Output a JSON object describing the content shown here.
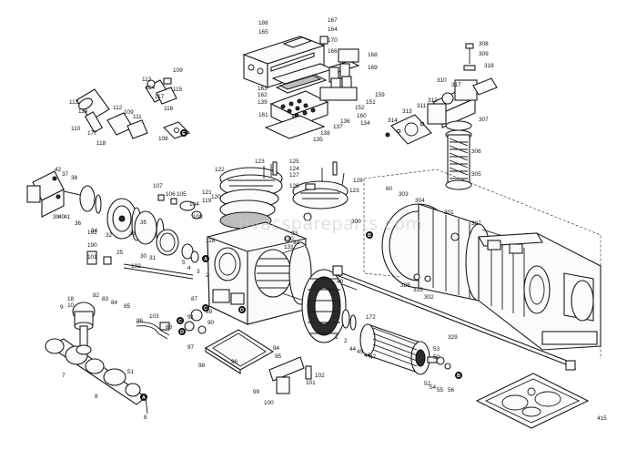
{
  "diagram": {
    "watermark": "hvacspareparts.com",
    "callout_letters": [
      "A",
      "B",
      "C",
      "D",
      "E"
    ]
  },
  "labels": [
    {
      "id": "l188",
      "text": "188"
    },
    {
      "id": "l165",
      "text": "165"
    },
    {
      "id": "l167",
      "text": "167"
    },
    {
      "id": "l164",
      "text": "164"
    },
    {
      "id": "l170",
      "text": "170"
    },
    {
      "id": "l166",
      "text": "166"
    },
    {
      "id": "l168",
      "text": "168"
    },
    {
      "id": "l169",
      "text": "169"
    },
    {
      "id": "l163",
      "text": "163"
    },
    {
      "id": "l162",
      "text": "162"
    },
    {
      "id": "l139",
      "text": "139"
    },
    {
      "id": "l159",
      "text": "159"
    },
    {
      "id": "l151",
      "text": "151"
    },
    {
      "id": "l152",
      "text": "152"
    },
    {
      "id": "l161",
      "text": "161"
    },
    {
      "id": "l160",
      "text": "160"
    },
    {
      "id": "l136",
      "text": "136"
    },
    {
      "id": "l137",
      "text": "137"
    },
    {
      "id": "l134",
      "text": "134"
    },
    {
      "id": "l138",
      "text": "138"
    },
    {
      "id": "l135",
      "text": "135"
    },
    {
      "id": "l308",
      "text": "308"
    },
    {
      "id": "l309",
      "text": "309"
    },
    {
      "id": "l318",
      "text": "318"
    },
    {
      "id": "l310",
      "text": "310"
    },
    {
      "id": "l317",
      "text": "317"
    },
    {
      "id": "l313",
      "text": "313"
    },
    {
      "id": "l311",
      "text": "311"
    },
    {
      "id": "l312",
      "text": "312"
    },
    {
      "id": "l314",
      "text": "314"
    },
    {
      "id": "l307",
      "text": "307"
    },
    {
      "id": "l306",
      "text": "306"
    },
    {
      "id": "l305",
      "text": "305"
    },
    {
      "id": "l109",
      "text": "109"
    },
    {
      "id": "l113",
      "text": "113"
    },
    {
      "id": "l114",
      "text": "114"
    },
    {
      "id": "l117",
      "text": "117"
    },
    {
      "id": "l115",
      "text": "115"
    },
    {
      "id": "l116",
      "text": "116"
    },
    {
      "id": "l112",
      "text": "112"
    },
    {
      "id": "l109b",
      "text": "109"
    },
    {
      "id": "l111",
      "text": "111"
    },
    {
      "id": "l110",
      "text": "110"
    },
    {
      "id": "l177",
      "text": "177"
    },
    {
      "id": "l118b",
      "text": "118"
    },
    {
      "id": "l113b",
      "text": "113"
    },
    {
      "id": "l114b",
      "text": "114"
    },
    {
      "id": "l108",
      "text": "108"
    },
    {
      "id": "l42",
      "text": "42"
    },
    {
      "id": "l37",
      "text": "37"
    },
    {
      "id": "l38",
      "text": "38"
    },
    {
      "id": "l39",
      "text": "39"
    },
    {
      "id": "l40",
      "text": "40"
    },
    {
      "id": "l41",
      "text": "41"
    },
    {
      "id": "l36",
      "text": "36"
    },
    {
      "id": "l34",
      "text": "34"
    },
    {
      "id": "l32",
      "text": "32"
    },
    {
      "id": "l35",
      "text": "35"
    },
    {
      "id": "l33",
      "text": "33"
    },
    {
      "id": "l30",
      "text": "30"
    },
    {
      "id": "l31",
      "text": "31"
    },
    {
      "id": "l25",
      "text": "25"
    },
    {
      "id": "l107",
      "text": "107"
    },
    {
      "id": "l106",
      "text": "106"
    },
    {
      "id": "l105",
      "text": "105"
    },
    {
      "id": "l104",
      "text": "104"
    },
    {
      "id": "l103",
      "text": "103"
    },
    {
      "id": "l122",
      "text": "122"
    },
    {
      "id": "l121",
      "text": "121"
    },
    {
      "id": "l119",
      "text": "119"
    },
    {
      "id": "l120",
      "text": "120"
    },
    {
      "id": "l123",
      "text": "123"
    },
    {
      "id": "l125",
      "text": "125"
    },
    {
      "id": "l124",
      "text": "124"
    },
    {
      "id": "l127",
      "text": "127"
    },
    {
      "id": "l128",
      "text": "128"
    },
    {
      "id": "l126",
      "text": "126"
    },
    {
      "id": "l123b",
      "text": "123"
    },
    {
      "id": "l60",
      "text": "60"
    },
    {
      "id": "l303",
      "text": "303"
    },
    {
      "id": "l304",
      "text": "304"
    },
    {
      "id": "l301",
      "text": "301"
    },
    {
      "id": "l327",
      "text": "327"
    },
    {
      "id": "l300",
      "text": "300"
    },
    {
      "id": "l328",
      "text": "328"
    },
    {
      "id": "l333",
      "text": "333"
    },
    {
      "id": "l302",
      "text": "302"
    },
    {
      "id": "l329",
      "text": "329"
    },
    {
      "id": "l191",
      "text": "191"
    },
    {
      "id": "l101",
      "text": "101"
    },
    {
      "id": "l190",
      "text": "190"
    },
    {
      "id": "l192",
      "text": "192"
    },
    {
      "id": "l82",
      "text": "82"
    },
    {
      "id": "l83",
      "text": "83"
    },
    {
      "id": "l84",
      "text": "84"
    },
    {
      "id": "l85",
      "text": "85"
    },
    {
      "id": "l118",
      "text": "118"
    },
    {
      "id": "l131",
      "text": "131"
    },
    {
      "id": "l130",
      "text": "130"
    },
    {
      "id": "l93",
      "text": "93"
    },
    {
      "id": "l92",
      "text": "92"
    },
    {
      "id": "l5",
      "text": "5"
    },
    {
      "id": "l3",
      "text": "3"
    },
    {
      "id": "l4",
      "text": "4"
    },
    {
      "id": "l2",
      "text": "2"
    },
    {
      "id": "l49",
      "text": "49"
    },
    {
      "id": "l87",
      "text": "87"
    },
    {
      "id": "l89",
      "text": "89"
    },
    {
      "id": "l90",
      "text": "90"
    },
    {
      "id": "l91",
      "text": "91"
    },
    {
      "id": "l18",
      "text": "18"
    },
    {
      "id": "l10",
      "text": "10"
    },
    {
      "id": "l9",
      "text": "9"
    },
    {
      "id": "l86",
      "text": "86"
    },
    {
      "id": "l103b",
      "text": "103"
    },
    {
      "id": "l88",
      "text": "88"
    },
    {
      "id": "l97",
      "text": "97"
    },
    {
      "id": "l96",
      "text": "96"
    },
    {
      "id": "l98",
      "text": "98"
    },
    {
      "id": "l94",
      "text": "94"
    },
    {
      "id": "l95",
      "text": "95"
    },
    {
      "id": "l172",
      "text": "172"
    },
    {
      "id": "l1",
      "text": "1"
    },
    {
      "id": "l2b",
      "text": "2"
    },
    {
      "id": "l44",
      "text": "44"
    },
    {
      "id": "l45",
      "text": "45"
    },
    {
      "id": "l46",
      "text": "46"
    },
    {
      "id": "l47",
      "text": "47"
    },
    {
      "id": "l53",
      "text": "53"
    },
    {
      "id": "l50",
      "text": "50"
    },
    {
      "id": "l52",
      "text": "52"
    },
    {
      "id": "l54",
      "text": "54"
    },
    {
      "id": "l55",
      "text": "55"
    },
    {
      "id": "l56",
      "text": "56"
    },
    {
      "id": "l7",
      "text": "7"
    },
    {
      "id": "l51",
      "text": "51"
    },
    {
      "id": "l8",
      "text": "8"
    },
    {
      "id": "l8b",
      "text": "8"
    },
    {
      "id": "l102",
      "text": "102"
    },
    {
      "id": "l101b",
      "text": "101"
    },
    {
      "id": "l99",
      "text": "99"
    },
    {
      "id": "l100",
      "text": "100"
    },
    {
      "id": "l415",
      "text": "415"
    }
  ]
}
